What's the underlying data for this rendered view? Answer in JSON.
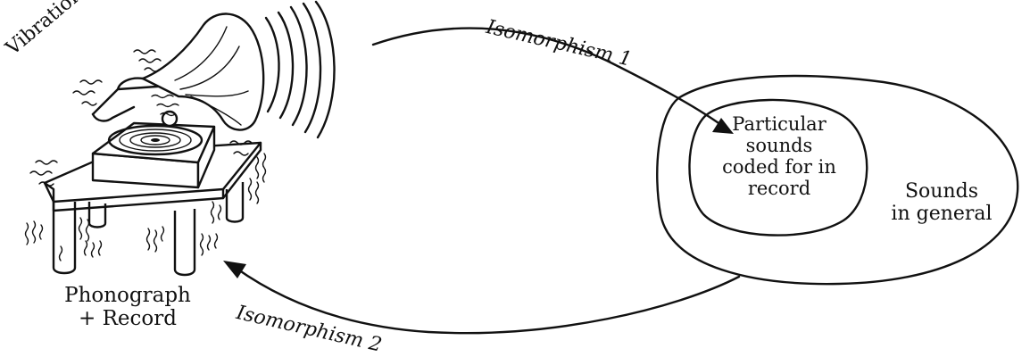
{
  "labels": {
    "vibrations": "Vibrations",
    "phonograph": [
      "Phonograph",
      "+ Record"
    ],
    "particular": [
      "Particular",
      "sounds",
      "coded for in",
      "record"
    ],
    "general": [
      "Sounds",
      "in general"
    ],
    "iso1": "Isomorphism 1",
    "iso2": "Isomorphism 2"
  },
  "icons": [
    "phonograph-icon",
    "sound-waves-icon",
    "vibration-marks-icon"
  ]
}
